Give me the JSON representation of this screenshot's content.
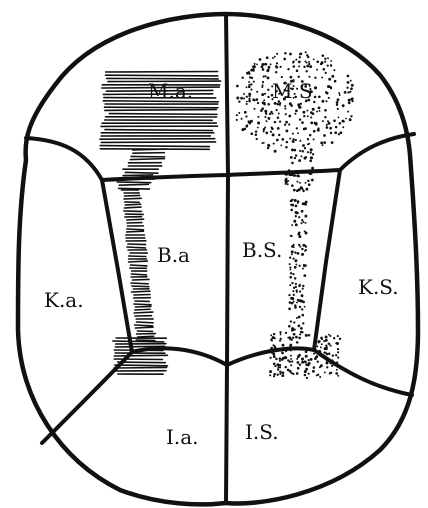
{
  "regions": [
    {
      "id": "ma",
      "label": "M.a."
    },
    {
      "id": "ms",
      "label": "M.S."
    },
    {
      "id": "ba",
      "label": "B.a"
    },
    {
      "id": "bs",
      "label": "B.S."
    },
    {
      "id": "ka",
      "label": "K.a."
    },
    {
      "id": "ks",
      "label": "K.S."
    },
    {
      "id": "ia",
      "label": "I.a."
    },
    {
      "id": "is",
      "label": "I.S."
    }
  ]
}
